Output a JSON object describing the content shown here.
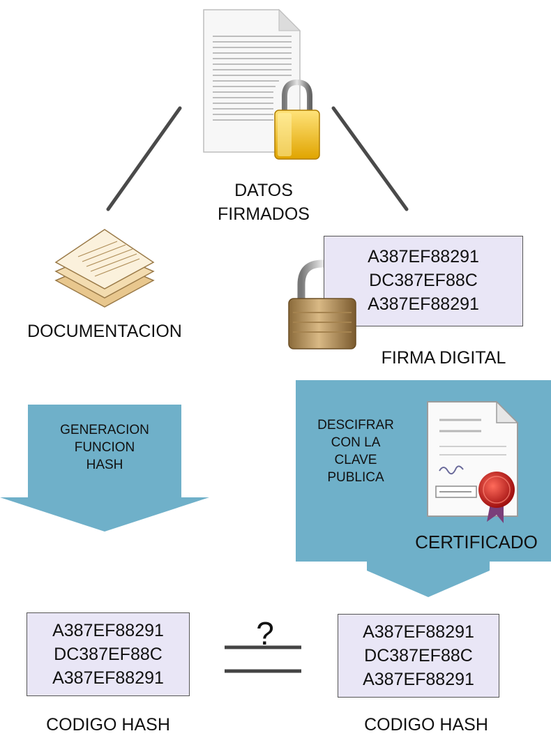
{
  "top": {
    "label_line1": "DATOS",
    "label_line2": "FIRMADOS"
  },
  "left": {
    "doc_label": "DOCUMENTACION",
    "arrow_line1": "GENERACION",
    "arrow_line2": "FUNCION",
    "arrow_line3": "HASH",
    "hash_lines": [
      "A387EF88291",
      "DC387EF88C",
      "A387EF88291"
    ],
    "hash_label": "CODIGO HASH"
  },
  "right": {
    "signature_lines": [
      "A387EF88291",
      "DC387EF88C",
      "A387EF88291"
    ],
    "signature_label": "FIRMA DIGITAL",
    "arrow_line1": "DESCIFRAR",
    "arrow_line2": "CON LA",
    "arrow_line3": "CLAVE",
    "arrow_line4": "PUBLICA",
    "certificate_label": "CERTIFICADO",
    "hash_lines": [
      "A387EF88291",
      "DC387EF88C",
      "A387EF88291"
    ],
    "hash_label": "CODIGO HASH"
  },
  "compare": {
    "question_mark": "?"
  },
  "colors": {
    "arrow_fill": "#6fb0c9",
    "hash_box_fill": "#e9e6f6",
    "connector_line": "#4a4a4a",
    "lock_gold": "#f2c21a",
    "lock_bronze": "#b7925a",
    "seal_red": "#c62828"
  },
  "icons": {
    "top_document": "locked-document-icon",
    "left_document": "paper-stack-icon",
    "right_lock": "padlock-icon",
    "certificate": "certificate-icon"
  }
}
